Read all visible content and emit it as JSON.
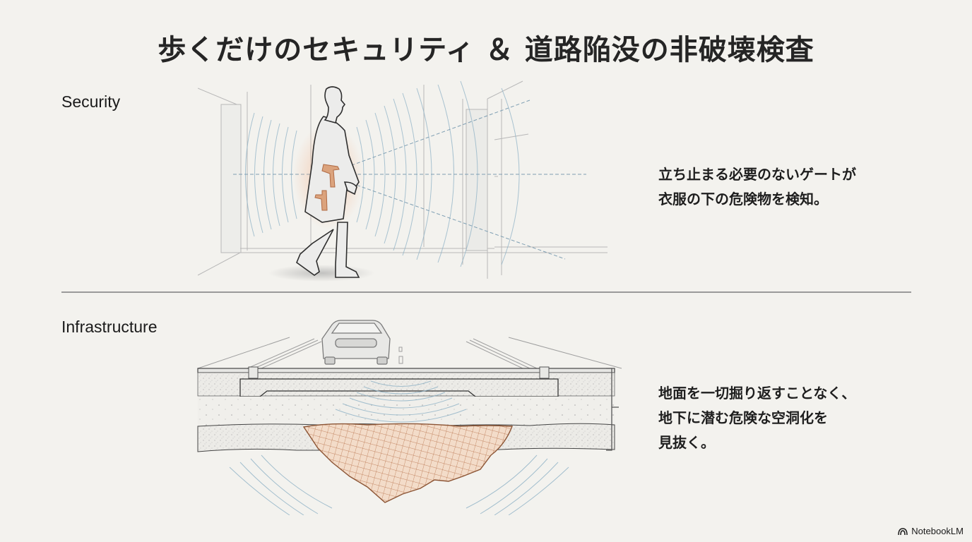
{
  "slide": {
    "title": "歩くだけのセキュリティ ＆ 道路陥没の非破壊検査",
    "background_color": "#f3f2ee",
    "accent_colors": {
      "wave_blue": "#8fb2c6",
      "threat_orange": "#c87a4f",
      "line_gray": "#9a9a9a"
    }
  },
  "sections": [
    {
      "id": "security",
      "label": "Security",
      "illustration": "walk-through-scanner-person-with-concealed-guns",
      "caption_lines": [
        "立ち止まる必要のないゲートが",
        "衣服の下の危険物を検知。"
      ]
    },
    {
      "id": "infrastructure",
      "label": "Infrastructure",
      "illustration": "road-cross-section-with-subsurface-cavity",
      "caption_lines": [
        "地面を一切掘り返すことなく、",
        "地下に潜む危険な空洞化を",
        "見抜く。"
      ]
    }
  ],
  "branding": {
    "icon": "notebooklm-logo-icon",
    "label": "NotebookLM"
  }
}
